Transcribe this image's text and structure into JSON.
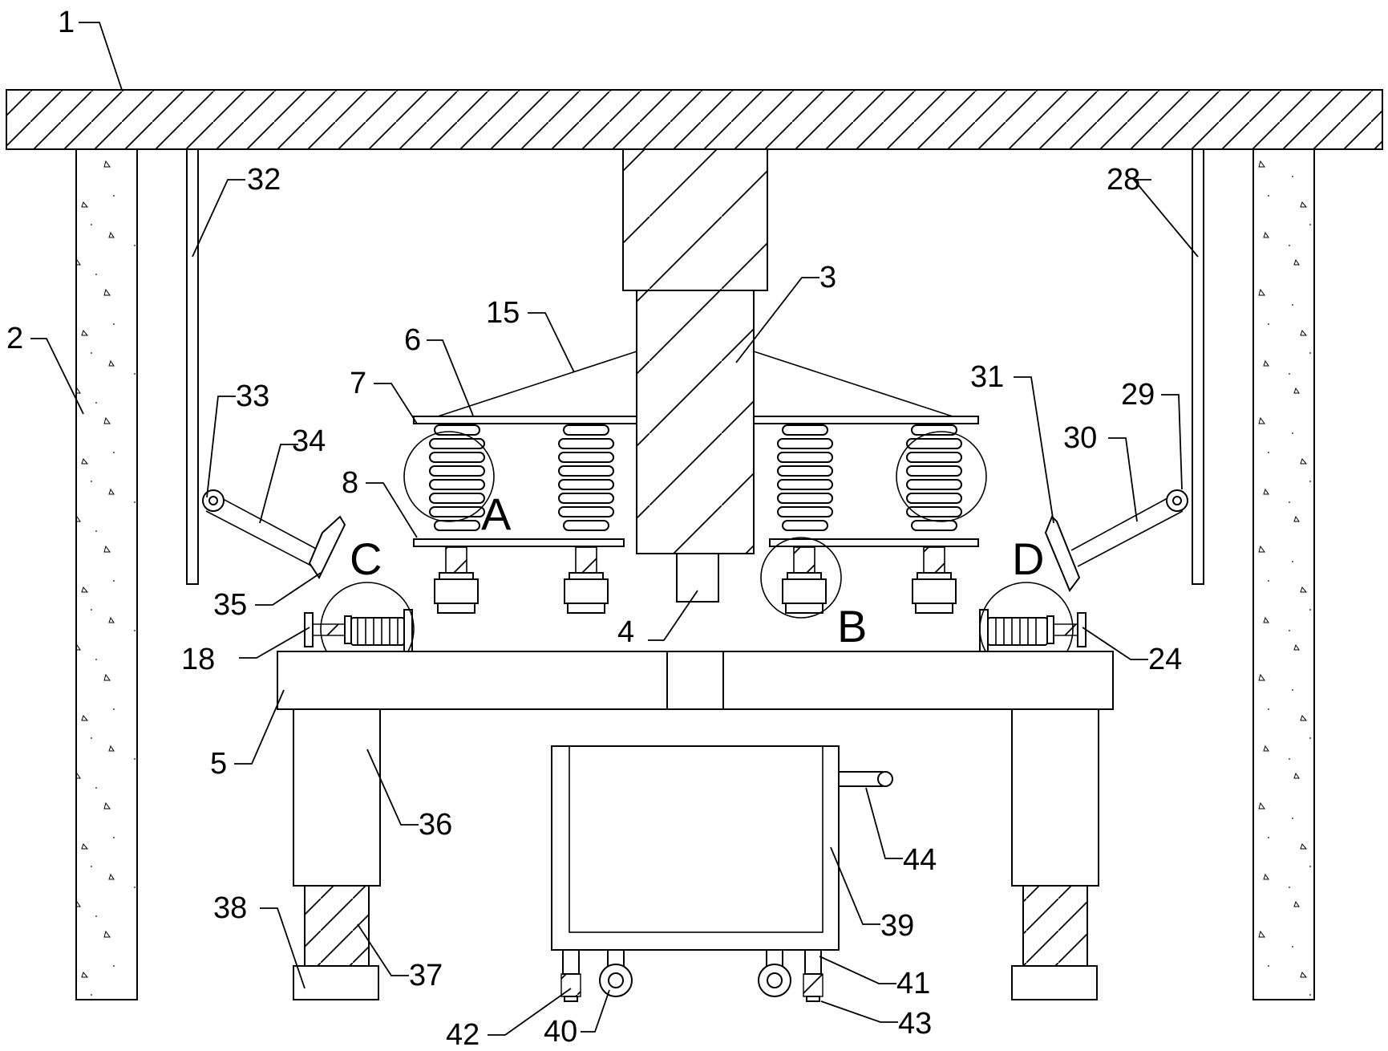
{
  "labels": {
    "l1": "1",
    "l2": "2",
    "l3": "3",
    "l4": "4",
    "l5": "5",
    "l6": "6",
    "l7": "7",
    "l8": "8",
    "l15": "15",
    "l18": "18",
    "l24": "24",
    "l28": "28",
    "l29": "29",
    "l30": "30",
    "l31": "31",
    "l32": "32",
    "l33": "33",
    "l34": "34",
    "l35": "35",
    "l36": "36",
    "l37": "37",
    "l38": "38",
    "l39": "39",
    "l40": "40",
    "l41": "41",
    "l42": "42",
    "l43": "43",
    "l44": "44"
  },
  "details": {
    "a": "A",
    "b": "B",
    "c": "C",
    "d": "D"
  }
}
